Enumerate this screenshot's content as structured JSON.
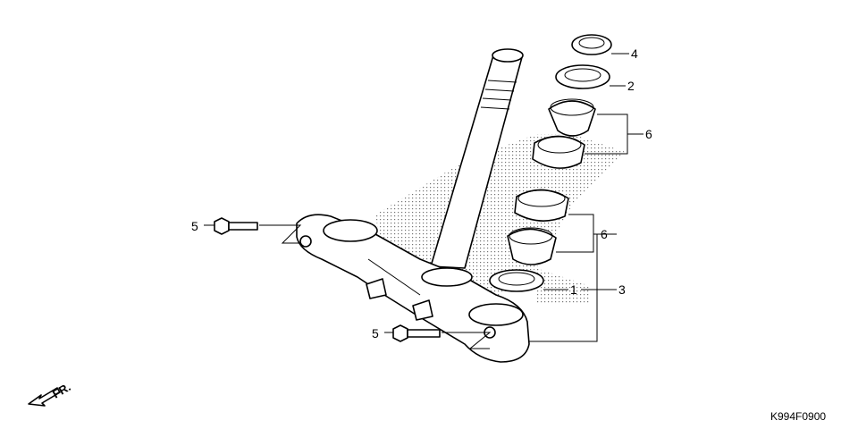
{
  "callouts": {
    "c1": "1",
    "c2": "2",
    "c3": "3",
    "c4": "4",
    "c5a": "5",
    "c5b": "5",
    "c6a": "6",
    "c6b": "6"
  },
  "direction_label": "FR.",
  "diagram_code": "K994F0900",
  "colors": {
    "line": "#000000",
    "background": "#ffffff"
  }
}
